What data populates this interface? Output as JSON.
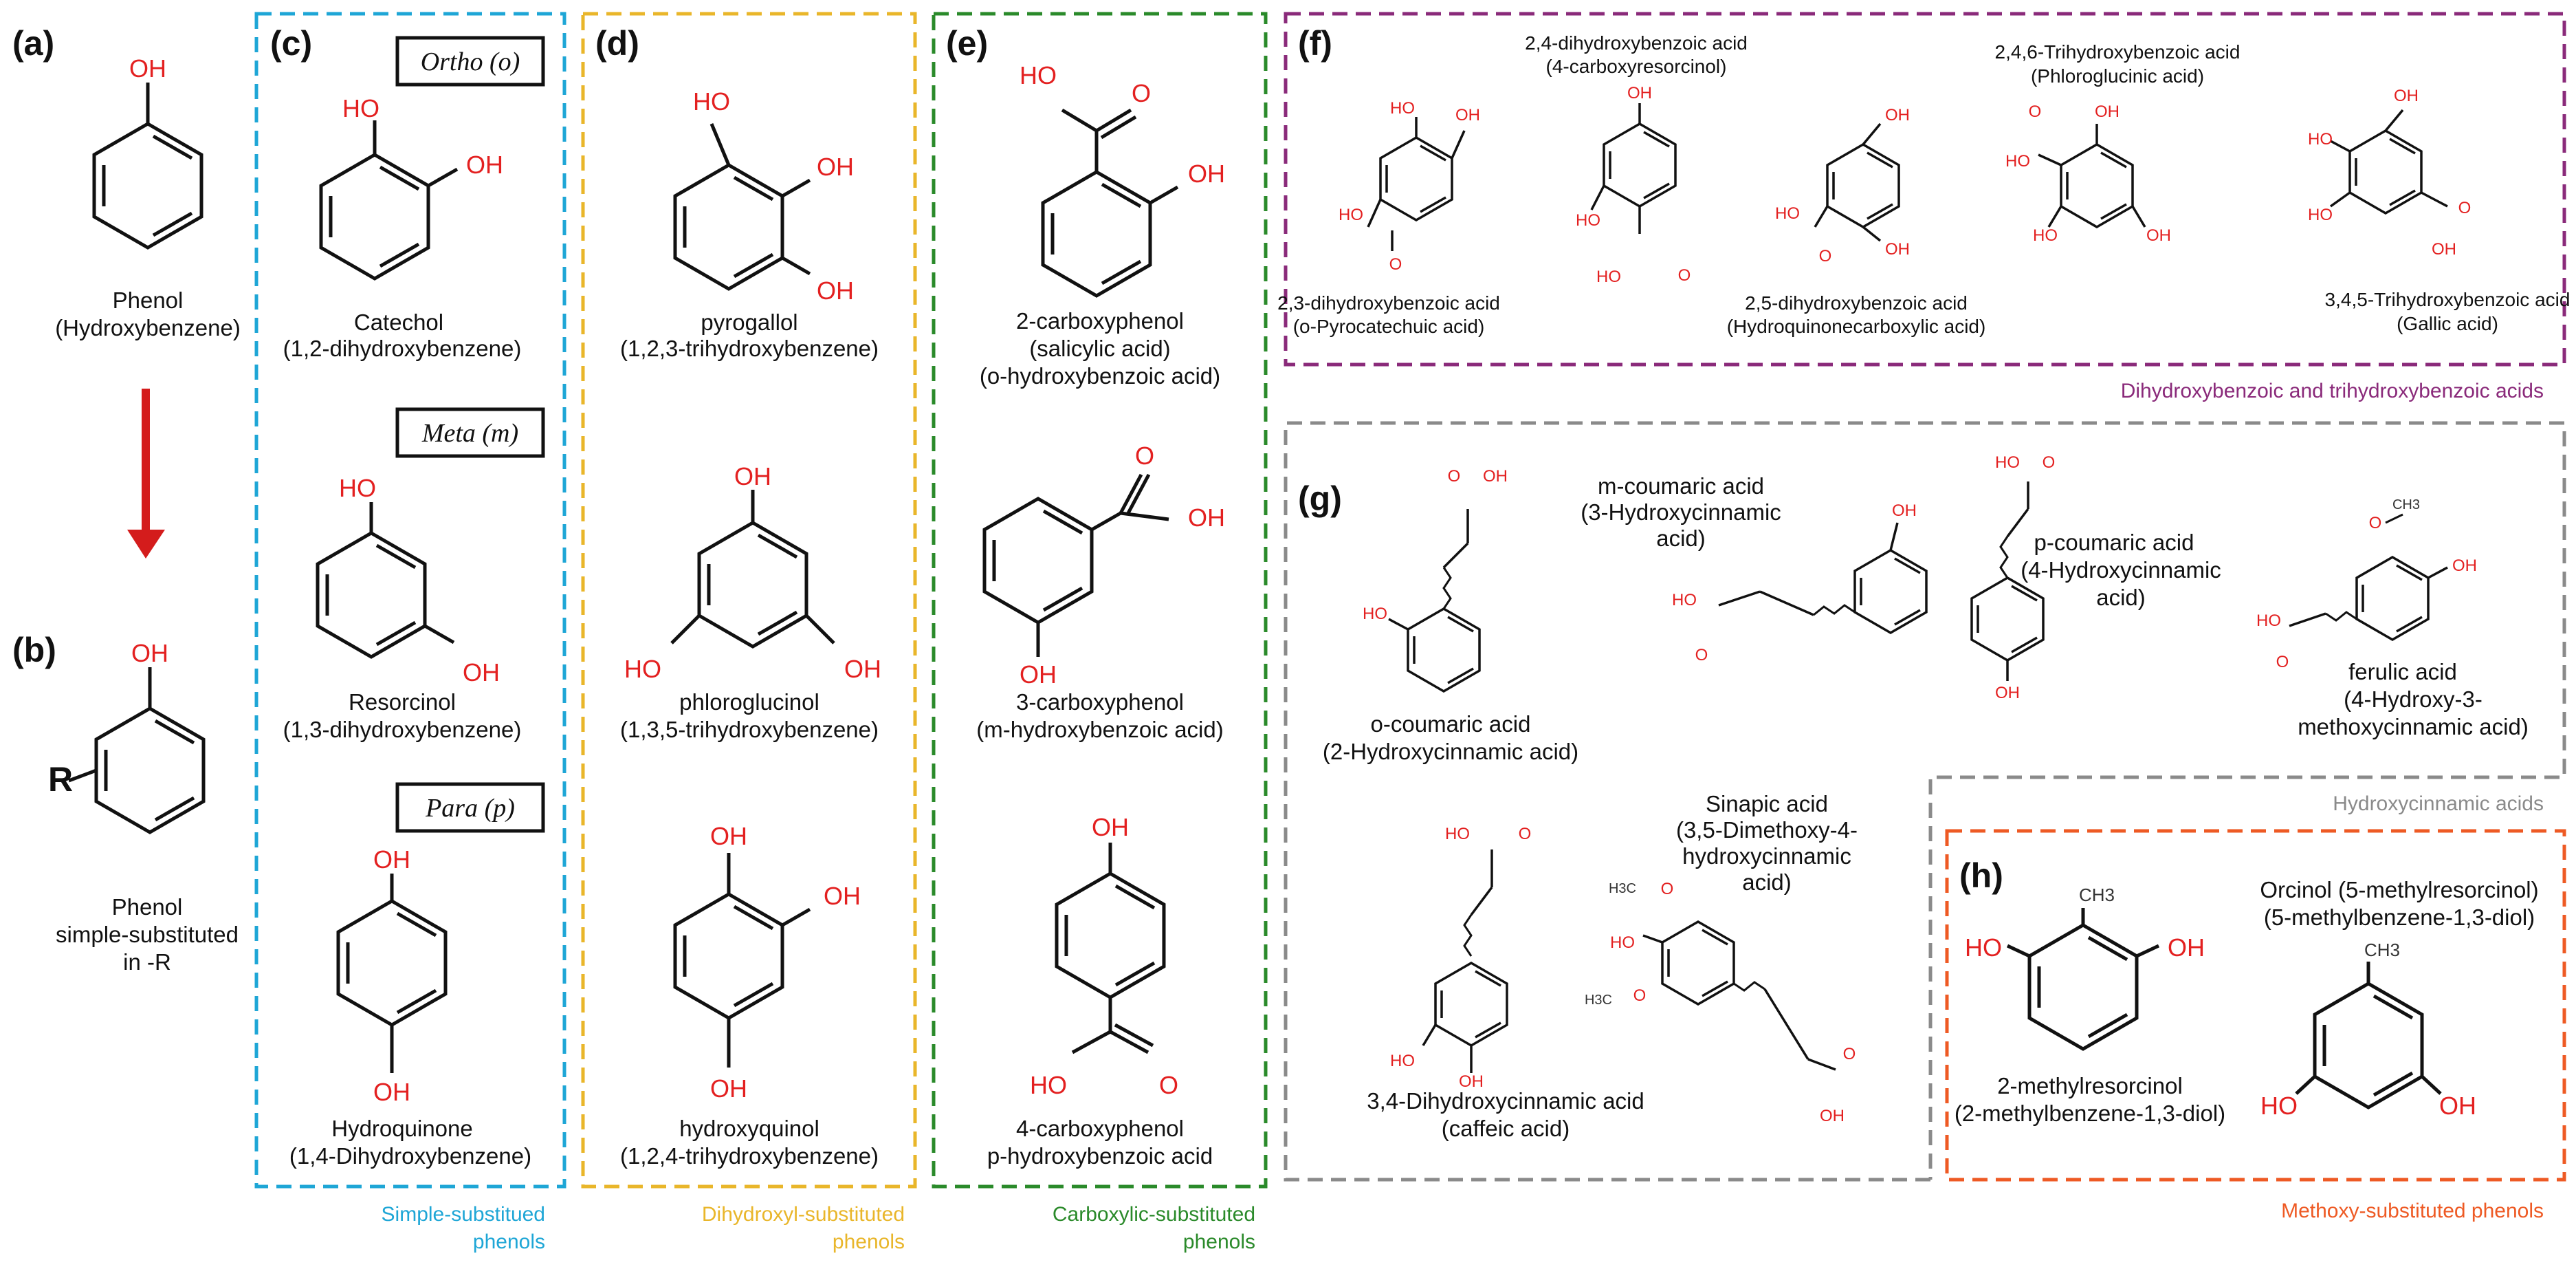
{
  "panels": {
    "a": "(a)",
    "b": "(b)",
    "c": "(c)",
    "d": "(d)",
    "e": "(e)",
    "f": "(f)",
    "g": "(g)",
    "h": "(h)"
  },
  "a": {
    "oh": "OH",
    "name1": "Phenol",
    "name2": "(Hydroxybenzene)"
  },
  "b": {
    "oh": "OH",
    "r": "R",
    "name1": "Phenol",
    "name2": "simple-substituted",
    "name3": "in -R"
  },
  "c": {
    "ortho": "Ortho (o)",
    "meta": "Meta (m)",
    "para": "Para (p)",
    "catechol": {
      "name1": "Catechol",
      "name2": "(1,2-dihydroxybenzene)"
    },
    "resorcinol": {
      "name1": "Resorcinol",
      "name2": "(1,3-dihydroxybenzene)"
    },
    "hydroquinone": {
      "name1": "Hydroquinone",
      "name2": "(1,4-Dihydroxybenzene)"
    },
    "caption1": "Simple-substitued",
    "caption2": "phenols"
  },
  "d": {
    "pyrogallol": {
      "name1": "pyrogallol",
      "name2": "(1,2,3-trihydroxybenzene)"
    },
    "phloroglucinol": {
      "name1": "phloroglucinol",
      "name2": "(1,3,5-trihydroxybenzene)"
    },
    "hydroxyquinol": {
      "name1": "hydroxyquinol",
      "name2": "(1,2,4-trihydroxybenzene)"
    },
    "caption1": "Dihydroxyl-substituted",
    "caption2": "phenols"
  },
  "e": {
    "salicylic": {
      "name1": "2-carboxyphenol",
      "name2": "(salicylic acid)",
      "name3": "(o-hydroxybenzoic acid)"
    },
    "meta": {
      "name1": "3-carboxyphenol",
      "name2": "(m-hydroxybenzoic acid)"
    },
    "para": {
      "name1": "4-carboxyphenol",
      "name2": "p-hydroxybenzoic acid"
    },
    "caption1": "Carboxylic-substituted",
    "caption2": "phenols"
  },
  "f": {
    "c1": {
      "name1": "2,3-dihydroxybenzoic acid",
      "name2": "(o-Pyrocatechuic acid)"
    },
    "c2": {
      "name1": "2,4-dihydroxybenzoic acid",
      "name2": "(4-carboxyresorcinol)"
    },
    "c3": {
      "name1": "2,5-dihydroxybenzoic acid",
      "name2": "(Hydroquinonecarboxylic acid)"
    },
    "c4": {
      "name1": "2,4,6-Trihydroxybenzoic acid",
      "name2": "(Phloroglucinic acid)"
    },
    "c5": {
      "name1": "3,4,5-Trihydroxybenzoic acid",
      "name2": "(Gallic acid)"
    },
    "caption": "Dihydroxybenzoic and trihydroxybenzoic acids"
  },
  "g": {
    "c1": {
      "name1": "o-coumaric acid",
      "name2": "(2-Hydroxycinnamic acid)"
    },
    "c2": {
      "name1": "m-coumaric acid",
      "name2": "(3-Hydroxycinnamic",
      "name3": "acid)"
    },
    "c3": {
      "name1": "p-coumaric acid",
      "name2": "(4-Hydroxycinnamic",
      "name3": "acid)"
    },
    "c4": {
      "name1": "ferulic acid",
      "name2": "(4-Hydroxy-3-",
      "name3": "methoxycinnamic acid)"
    },
    "c5": {
      "name1": "3,4-Dihydroxycinnamic acid",
      "name2": "(caffeic acid)"
    },
    "c6": {
      "name1": "Sinapic acid",
      "name2": "(3,5-Dimethoxy-4-",
      "name3": "hydroxycinnamic",
      "name4": "acid)"
    },
    "caption": "Hydroxycinnamic acids"
  },
  "h": {
    "c1": {
      "name1": "2-methylresorcinol",
      "name2": "(2-methylbenzene-1,3-diol)"
    },
    "c2": {
      "name1": "Orcinol (5-methylresorcinol)",
      "name2": "(5-methylbenzene-1,3-diol)"
    },
    "caption": "Methoxy-substituted phenols"
  },
  "labels": {
    "oh": "OH",
    "ho": "HO",
    "ch3": "CH3",
    "o": "O",
    "h3c": "H3C"
  },
  "colors": {
    "blue": "#1ea6d6",
    "yellow": "#e9b62a",
    "green": "#2a8a2a",
    "purple": "#8a2a7a",
    "grey": "#8a8a8a",
    "orange": "#ee5a24",
    "red": "#e32020",
    "arrow": "#d41c1c"
  }
}
